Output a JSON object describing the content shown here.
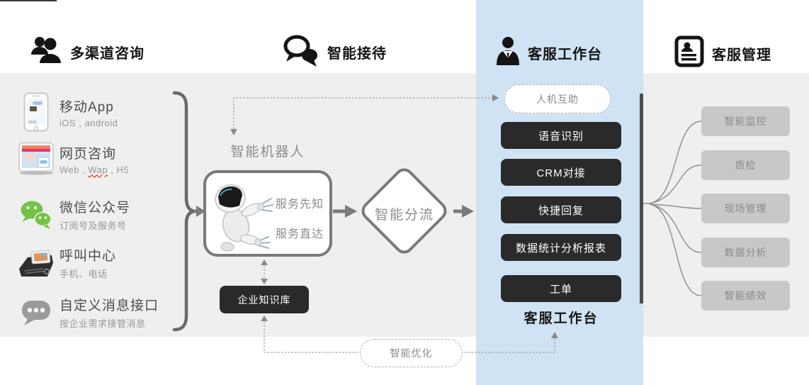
{
  "header": {
    "sections": [
      {
        "label": "多渠道咨询",
        "icon": "users-icon"
      },
      {
        "label": "智能接待",
        "icon": "chat-bubbles-icon"
      },
      {
        "label": "客服工作台",
        "icon": "agent-person-icon"
      },
      {
        "label": "客服管理",
        "icon": "id-card-icon"
      }
    ]
  },
  "channels": {
    "items": [
      {
        "title": "移动App",
        "subtitle": "iOS , android",
        "icon": "smartphone-icon"
      },
      {
        "title": "网页咨询",
        "subtitle_parts": [
          "Web , ",
          "Wap",
          " , H5"
        ],
        "icon": "browser-icon"
      },
      {
        "title": "微信公众号",
        "subtitle": "订阅号及服务号",
        "icon": "wechat-icon"
      },
      {
        "title": "呼叫中心",
        "subtitle": "手机、电话",
        "icon": "telephone-icon"
      },
      {
        "title": "自定义消息接口",
        "subtitle": "按企业需求接管消息",
        "icon": "message-bubble-icon"
      }
    ]
  },
  "reception": {
    "robot_label": "智能机器人",
    "features": [
      "服务先知",
      "服务直达"
    ],
    "diversion": "智能分流",
    "knowledge_base": "企业知识库"
  },
  "workbench": {
    "human_machine": "人机互助",
    "tools": [
      "语音识别",
      "CRM对接",
      "快捷回复",
      "数据统计分析报表",
      "工单"
    ],
    "caption": "客服工作台"
  },
  "management": {
    "items": [
      "智能监控",
      "质检",
      "现场管理",
      "数据分析",
      "智能绩效"
    ]
  },
  "optimization": {
    "label": "智能优化"
  },
  "colors": {
    "panel_blue": "#d0e3f4",
    "panel_gray": "#efefef",
    "node_dark": "#2a2a2a",
    "node_gray": "#c8c8c8",
    "line_gray": "#7a7a7a",
    "text_muted": "#8c8c8c",
    "wechat_green": "#74c247"
  }
}
